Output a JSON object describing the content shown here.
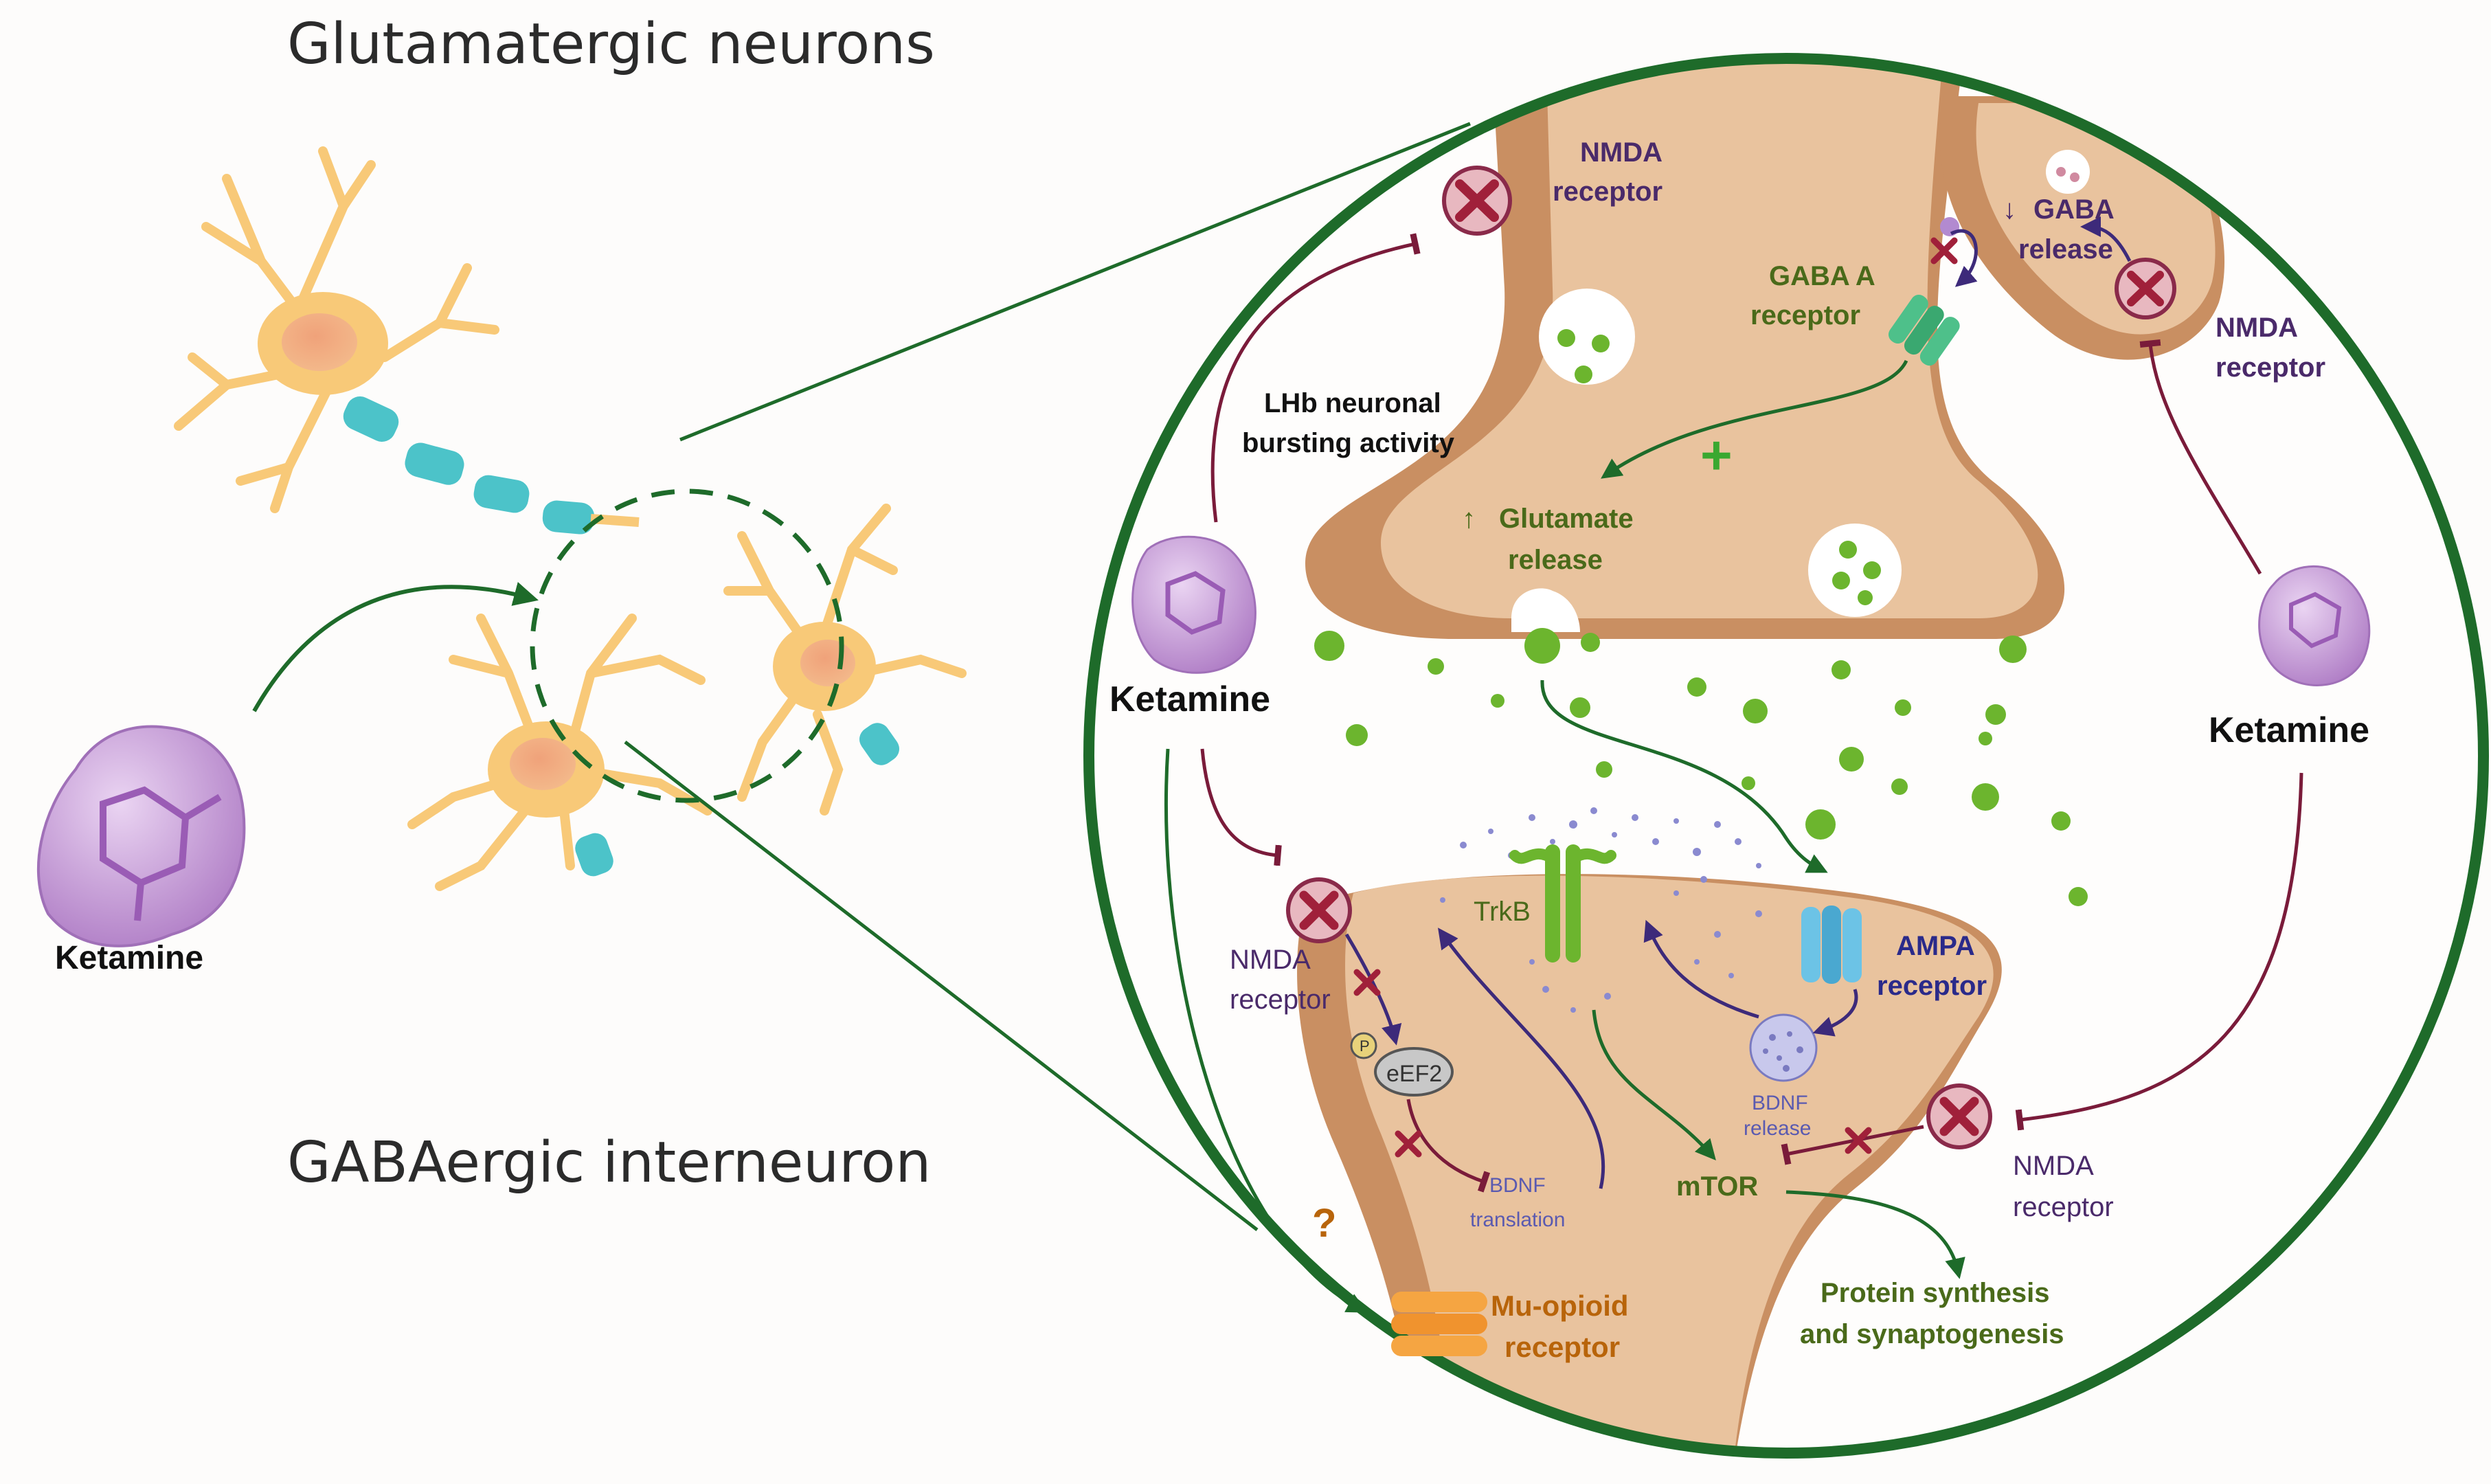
{
  "titles": {
    "glutamatergic": "Glutamatergic neurons",
    "gabaergic": "GABAergic interneuron"
  },
  "labels": {
    "ketamine_left": "Ketamine",
    "ketamine_mid": "Ketamine",
    "ketamine_right": "Ketamine",
    "nmda_top_1": "NMDA",
    "nmda_top_2": "receptor",
    "nmda_right_1": "NMDA",
    "nmda_right_2": "receptor",
    "nmda_postleft_1": "NMDA",
    "nmda_postleft_2": "receptor",
    "nmda_postright_1": "NMDA",
    "nmda_postright_2": "receptor",
    "gaba_release_1": "GABA",
    "gaba_release_2": "release",
    "gaba_down_arrow": "↓",
    "gaba_a_1": "GABA A",
    "gaba_a_2": "receptor",
    "lhb_1": "LHb neuronal",
    "lhb_2": "bursting activity",
    "glutamate_up_arrow": "↑",
    "glutamate_1": "Glutamate",
    "glutamate_2": "release",
    "plus": "+",
    "trkb": "TrkB",
    "ampa_1": "AMPA",
    "ampa_2": "receptor",
    "eef2": "eEF2",
    "phospho": "P",
    "bdnf_release_1": "BDNF",
    "bdnf_release_2": "release",
    "bdnf_translation_1": "BDNF",
    "bdnf_translation_2": "translation",
    "mtor": "mTOR",
    "question": "?",
    "mu_opioid_1": "Mu-opioid",
    "mu_opioid_2": "receptor",
    "protein_1": "Protein synthesis",
    "protein_2": "and synaptogenesis"
  },
  "colors": {
    "zoom_ring": "#1e6b2a",
    "inhibit": "#7a1b3a",
    "activate": "#1e6b2a",
    "purple_arrow": "#3d2a7a",
    "neuron": "#f8c978",
    "axon_seg": "#4cc3c9",
    "terminal": "#e9c39e",
    "terminal_dark": "#c98f62",
    "ketamine": "#c79ad8",
    "glutamate_dot": "#6cb52e",
    "nmda": "#e0607a",
    "gaba_a": "#4ec08a",
    "ampa": "#6cc3e6",
    "mu_opioid": "#f5a542",
    "label_purple": "#4a2a6a",
    "label_green": "#4a6a1a",
    "label_blue": "#2a2a8a",
    "label_orange": "#b8640a"
  }
}
